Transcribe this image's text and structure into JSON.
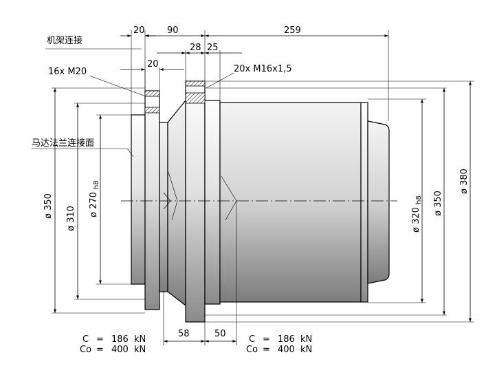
{
  "labels": {
    "frame_connection": "机架连接",
    "motor_flange_face": "马达法兰连接面",
    "bolts_left": "16x  M20",
    "bolts_right": "20x M16x1,5"
  },
  "dimensions": {
    "top_20": "20",
    "top_90": "90",
    "top_259": "259",
    "top_28": "28",
    "top_25": "25",
    "inner_20": "20",
    "bottom_58": "58",
    "bottom_50": "50",
    "dia_350_left": "ø 350",
    "dia_310": "ø 310",
    "dia_270": "ø 270",
    "dia_270_tol": "h8",
    "dia_320": "ø 320",
    "dia_320_tol": "h8",
    "dia_350_right": "ø 350",
    "dia_380": "ø 380"
  },
  "loads_left": {
    "c_label": "C",
    "c_eq": "=",
    "c_value": "186",
    "c_unit": "kN",
    "co_label": "Co",
    "co_eq": "=",
    "co_value": "400",
    "co_unit": "kN"
  },
  "loads_right": {
    "c_label": "C",
    "c_eq": "=",
    "c_value": "186",
    "c_unit": "kN",
    "co_label": "Co",
    "co_eq": "=",
    "co_value": "400",
    "co_unit": "kN"
  },
  "colors": {
    "line": "#000000",
    "metal_light": "#f6f6f6",
    "metal_dark": "#8c8c8c"
  }
}
